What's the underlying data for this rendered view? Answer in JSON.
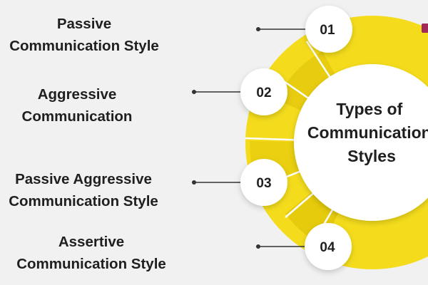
{
  "colors": {
    "background": "#f1f1f1",
    "accent": "#f4dc1c",
    "accent_dark": "#e2c200",
    "circle": "#ffffff",
    "text": "#1f1f1f",
    "connector": "#333333",
    "corner_mark": "#a0295a"
  },
  "center": {
    "lines": [
      "Types of",
      "Communication",
      "Styles"
    ]
  },
  "items": [
    {
      "number": "01",
      "lines": [
        "Passive",
        "Communication Style"
      ]
    },
    {
      "number": "02",
      "lines": [
        "Aggressive",
        "Communication"
      ]
    },
    {
      "number": "03",
      "lines": [
        "Passive Aggressive",
        "Communication Style"
      ]
    },
    {
      "number": "04",
      "lines": [
        "Assertive",
        "Communication Style"
      ]
    }
  ]
}
